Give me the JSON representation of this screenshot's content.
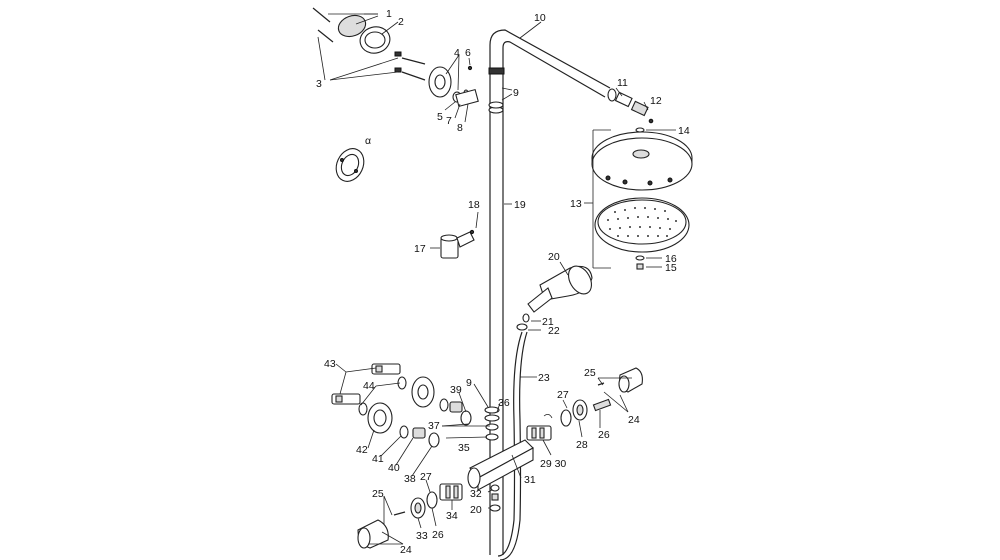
{
  "diagram": {
    "callouts": {
      "c1": "1",
      "c2": "2",
      "c3": "3",
      "c4": "4",
      "c5": "5",
      "c6": "6",
      "c7": "7",
      "c8": "8",
      "c9a": "9",
      "c10": "10",
      "c11": "11",
      "c12": "12",
      "c13": "13",
      "c14": "14",
      "c15": "15",
      "c16": "16",
      "c17": "17",
      "c18": "18",
      "c19": "19",
      "c20a": "20",
      "c21": "21",
      "c22": "22",
      "c23": "23",
      "c24a": "24",
      "c25a": "25",
      "c26a": "26",
      "c27a": "27",
      "c28": "28",
      "c2930": "29 30",
      "c31": "31",
      "c32": "32",
      "c20b": "20",
      "c33": "33",
      "c34": "34",
      "c35": "35",
      "c36": "36",
      "c37": "37",
      "c38": "38",
      "c39": "39",
      "c9b": "9",
      "c40": "40",
      "c41": "41",
      "c42": "42",
      "c43": "43",
      "c44": "44",
      "c24b": "24",
      "c25b": "25",
      "c26b": "26",
      "c27b": "27",
      "calpha": "α"
    }
  }
}
